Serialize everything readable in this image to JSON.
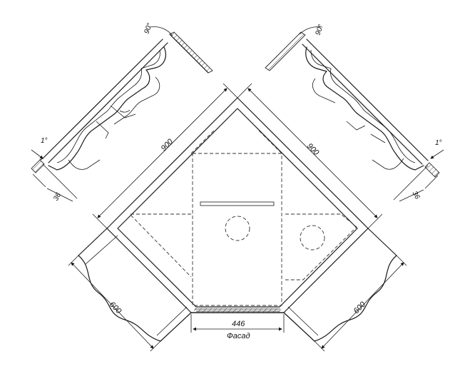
{
  "dimensions": {
    "left_side": "900",
    "right_side": "900",
    "left_leg": "600",
    "right_leg": "600",
    "front_width": "446",
    "left_offset": "36",
    "right_offset": "36"
  },
  "angles": {
    "left_hinge": "90°",
    "right_hinge": "90°",
    "left_tilt": "1°",
    "right_tilt": "1°"
  },
  "labels": {
    "facade": "Фасад"
  }
}
